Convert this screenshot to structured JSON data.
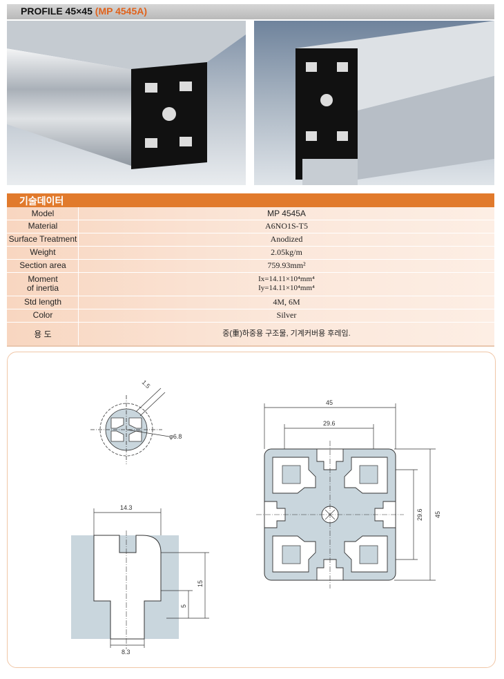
{
  "header": {
    "title_main": "PROFILE 45×45",
    "title_code": "(MP 4545A)"
  },
  "spec": {
    "section_title": "기술데이터",
    "rows": [
      {
        "label": "Model",
        "value": "MP 4545A"
      },
      {
        "label": "Material",
        "value": "A6NO1S-T5"
      },
      {
        "label": "Surface Treatment",
        "value": "Anodized"
      },
      {
        "label": "Weight",
        "value": "2.05kg/m"
      },
      {
        "label": "Section area",
        "value": "759.93mm²"
      },
      {
        "label": "Moment\nof inertia",
        "value": "Ix=14.11×10⁴mm⁴\nIy=14.11×10⁴mm⁴"
      },
      {
        "label": "Std length",
        "value": "4M, 6M"
      },
      {
        "label": "Color",
        "value": "Silver"
      },
      {
        "label": "용 도",
        "value": "중(重)하중용 구조물, 기계커버용 후레임."
      }
    ]
  },
  "drawings": {
    "center_hole": {
      "dim_wall": "1.5",
      "dim_dia": "φ6.8"
    },
    "profile": {
      "dim_width": "45",
      "dim_inner": "29.6",
      "dim_height": "45",
      "dim_inner_v": "29.6"
    },
    "slot": {
      "dim_top": "14.3",
      "dim_depth": "15",
      "dim_lip": "5",
      "dim_opening": "8.3"
    }
  },
  "colors": {
    "accent_orange": "#e17a2c",
    "table_bg": "#fbe4d5",
    "profile_fill": "#c9d6dd"
  }
}
